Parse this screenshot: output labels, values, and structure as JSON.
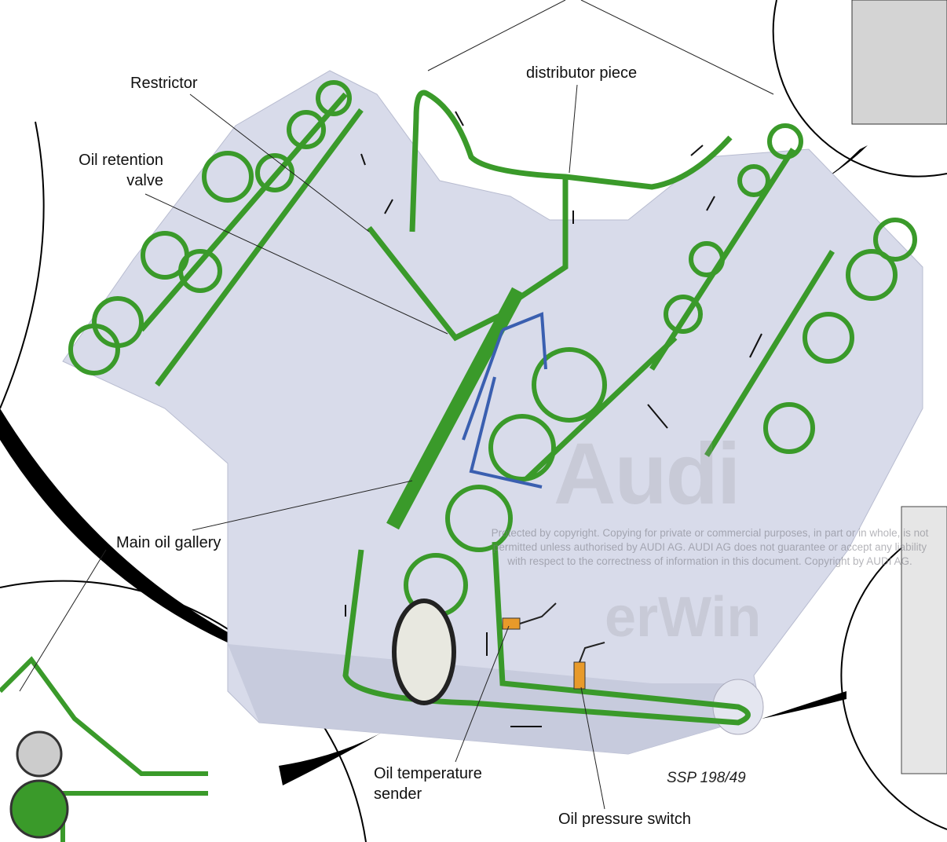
{
  "diagram": {
    "labels": {
      "restrictor": "Restrictor",
      "distributor_piece": "distributor piece",
      "oil_retention_valve_1": "Oil retention",
      "oil_retention_valve_2": "valve",
      "main_oil_gallery": "Main oil gallery",
      "oil_temperature_sender_1": "Oil temperature",
      "oil_temperature_sender_2": "sender",
      "oil_pressure_switch": "Oil pressure switch"
    },
    "figure_id": "SSP 198/49",
    "watermark": {
      "line1": "Protected by copyright. Copying for private or commercial purposes, in part or in whole, is not",
      "line2": "permitted unless authorised by AUDI AG. AUDI AG does not guarantee or accept any liability",
      "line3": "with respect to the correctness of information in this document. Copyright by AUDI AG.",
      "brand": "Audi",
      "brand2": "erWin"
    },
    "colors": {
      "oil_line": "#3a9a2a",
      "return_line": "#3a5fb0",
      "block": "#d8dbea",
      "sensor": "#e89a2a"
    }
  }
}
